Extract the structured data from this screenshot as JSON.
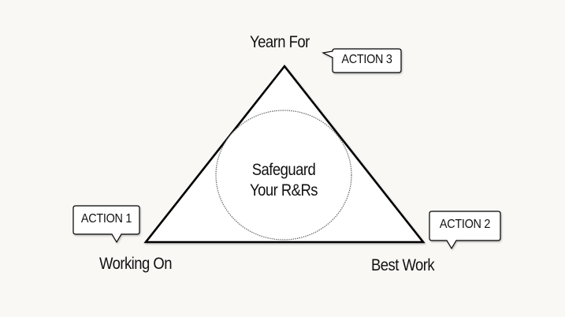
{
  "diagram": {
    "colors": {
      "background": "#f9f8f5",
      "stroke": "#000000",
      "fill": "#ffffff",
      "circle_stroke": "#555555"
    },
    "vertices": {
      "top": "Yearn For",
      "bottom_left": "Working On",
      "bottom_right": "Best Work"
    },
    "center": {
      "line1": "Safeguard",
      "line2": "Your R&Rs"
    },
    "callouts": [
      {
        "id": "action-1",
        "label": "ACTION 1",
        "near": "Working On"
      },
      {
        "id": "action-2",
        "label": "ACTION 2",
        "near": "Best Work"
      },
      {
        "id": "action-3",
        "label": "ACTION 3",
        "near": "Yearn For"
      }
    ]
  }
}
